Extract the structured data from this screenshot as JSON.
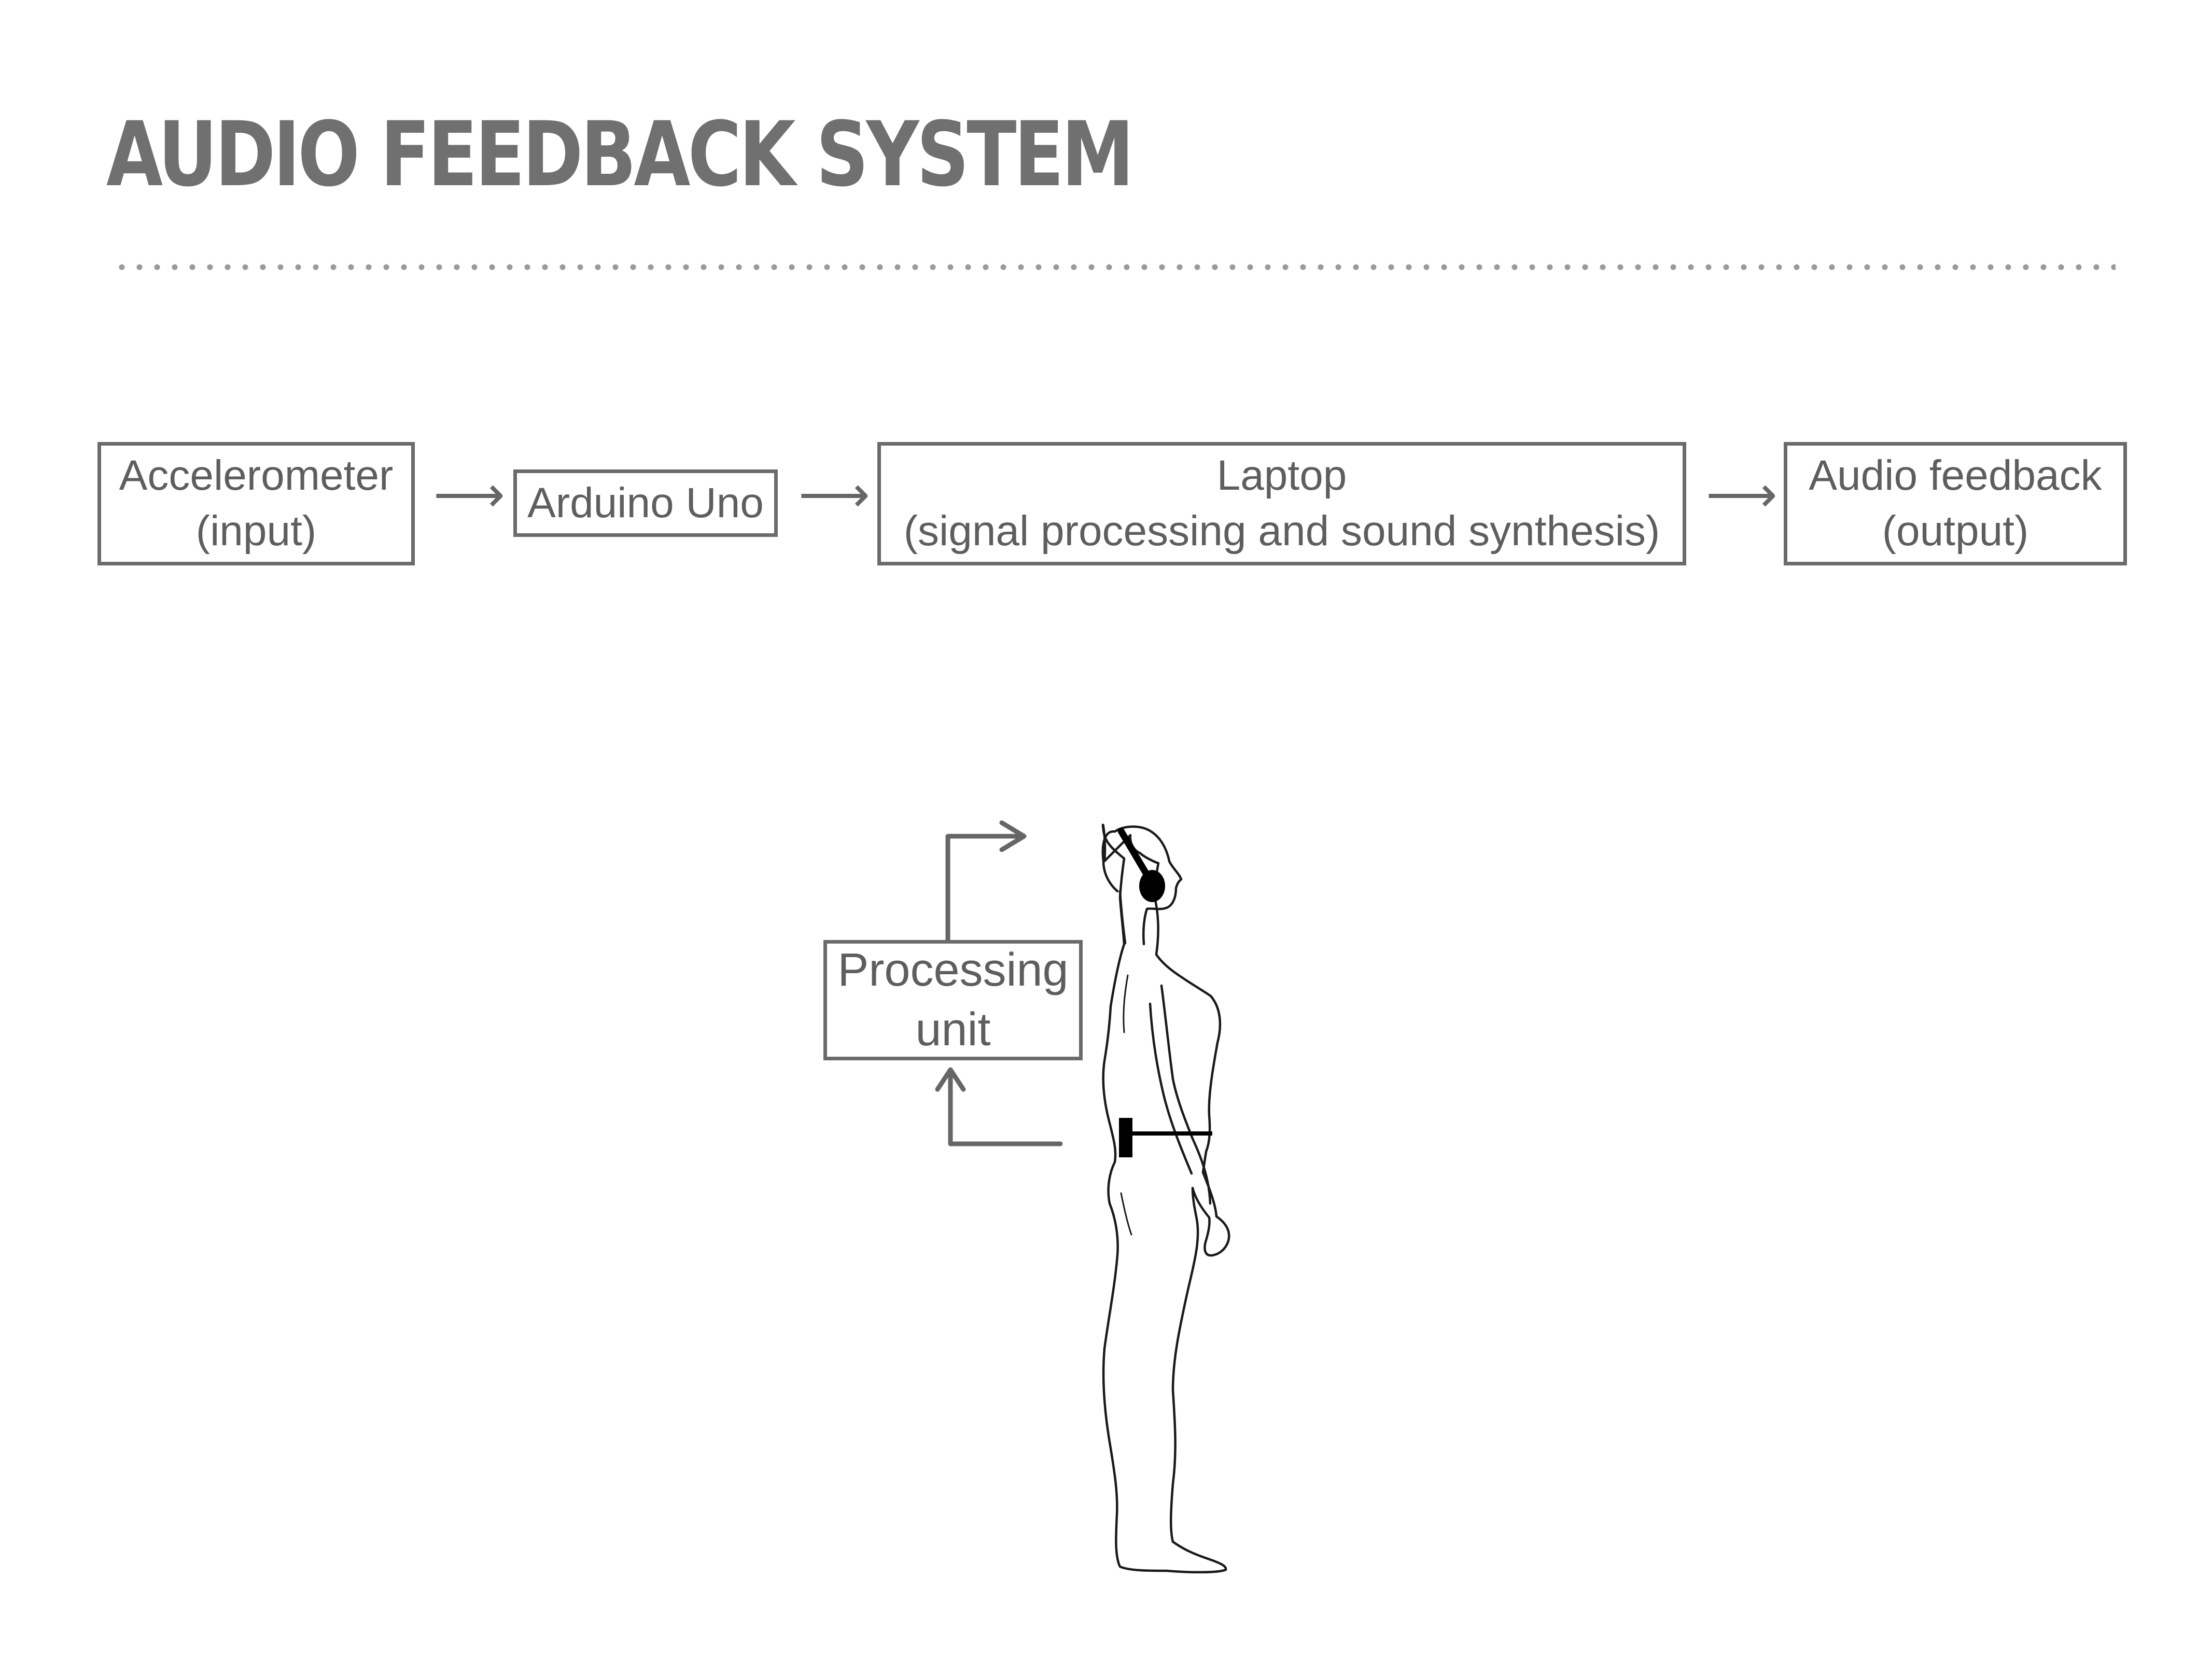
{
  "title": "AUDIO FEEDBACK SYSTEM",
  "flow": [
    {
      "line1": "Accelerometer",
      "line2": "(input)"
    },
    {
      "line1": "Arduino Uno",
      "line2": ""
    },
    {
      "line1": "Laptop",
      "line2": "(signal processing and sound synthesis)"
    },
    {
      "line1": "Audio feedback",
      "line2": "(output)"
    }
  ],
  "arrow_glyph": "⟶",
  "processing": {
    "line1": "Processing",
    "line2": "unit"
  },
  "icons": [
    "headphones-icon",
    "sensor-belt-icon",
    "human-figure-icon"
  ],
  "colors": {
    "text": "#5e5e5e",
    "box_border": "#6b6b6b",
    "device": "#000000"
  }
}
